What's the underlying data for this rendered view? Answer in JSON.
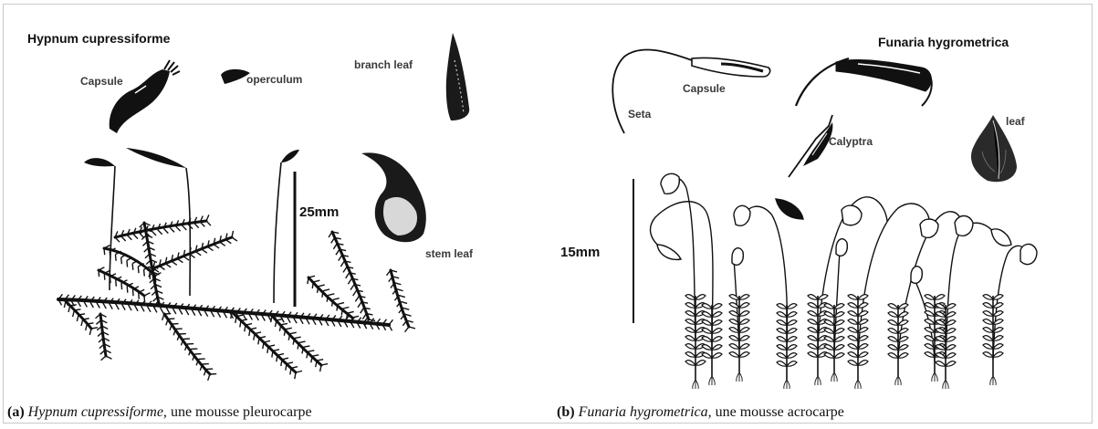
{
  "panel_a": {
    "title": "Hypnum cupressiforme",
    "labels": {
      "capsule": "Capsule",
      "operculum": "operculum",
      "branch_leaf": "branch leaf",
      "stem_leaf": "stem leaf",
      "scale": "25mm"
    },
    "caption": {
      "prefix": "(a)",
      "species": "Hypnum cupressiforme,",
      "text": "une mousse pleurocarpe"
    }
  },
  "panel_b": {
    "title": "Funaria hygrometrica",
    "labels": {
      "seta": "Seta",
      "capsule": "Capsule",
      "calyptra": "Calyptra",
      "leaf": "leaf",
      "scale": "15mm"
    },
    "caption": {
      "prefix": "(b)",
      "species": "Funaria hygrometrica,",
      "text": "une mousse acrocarpe"
    }
  },
  "colors": {
    "ink": "#111111",
    "label": "#3a3a3a",
    "frame": "#c9c9c9"
  }
}
